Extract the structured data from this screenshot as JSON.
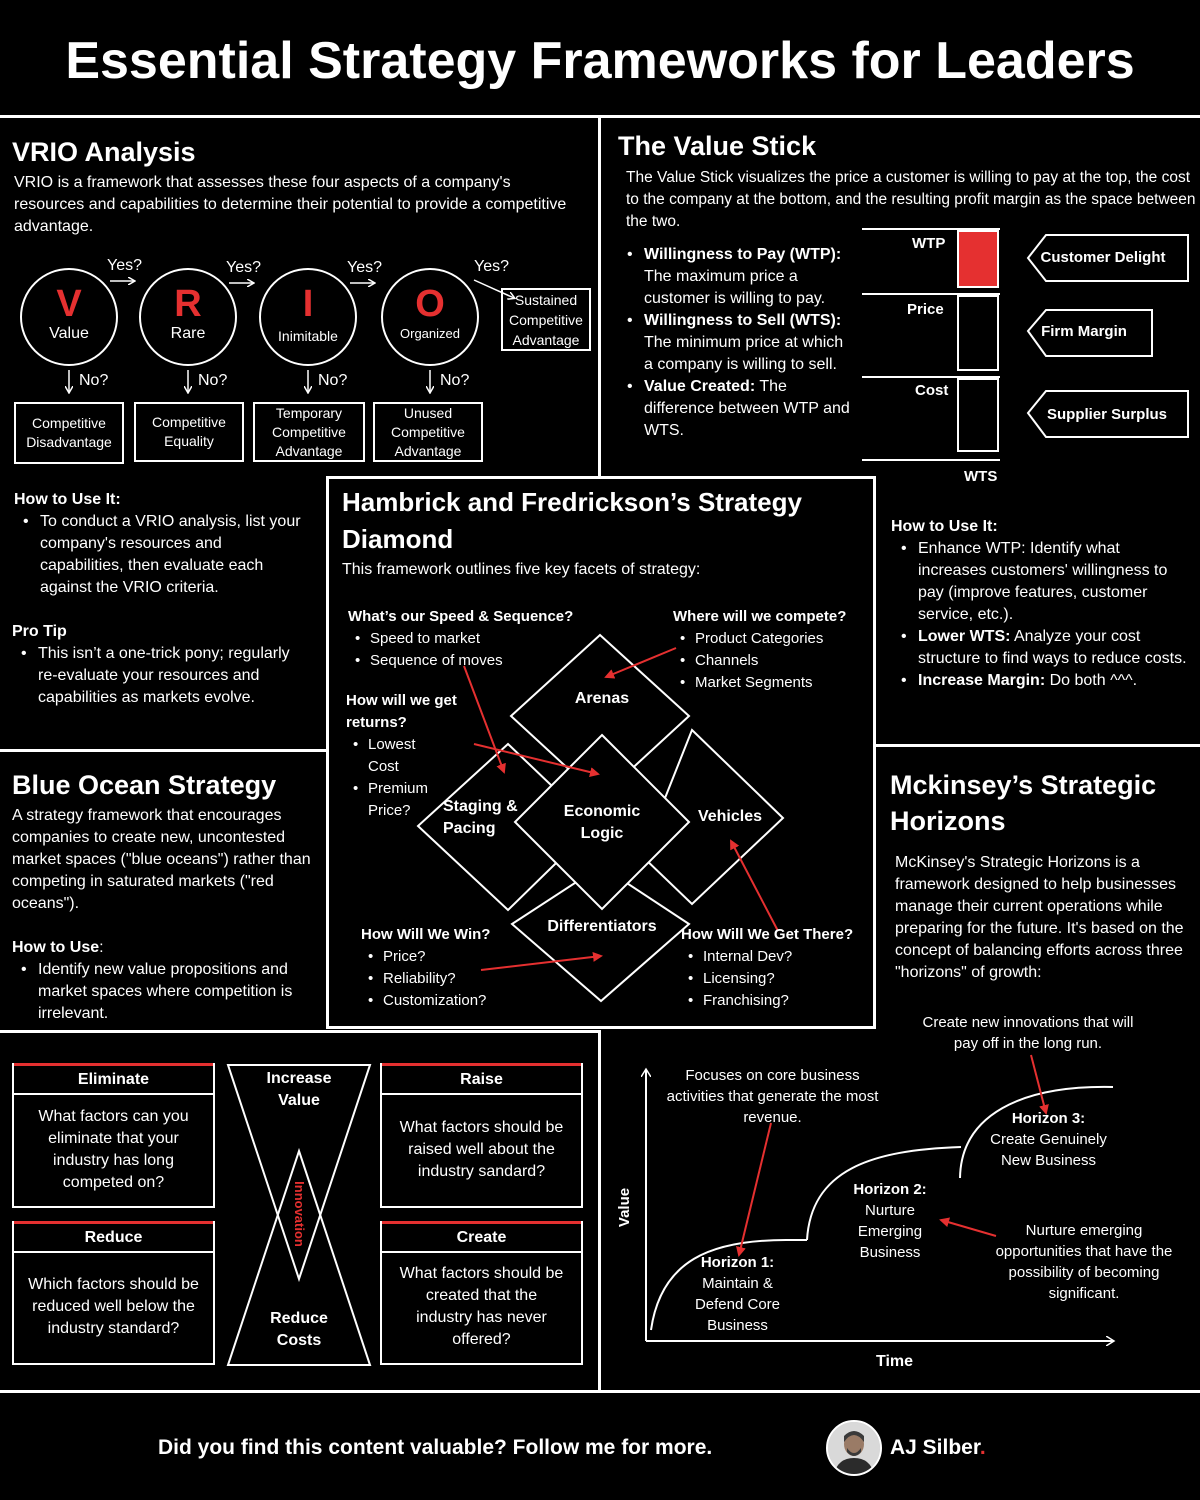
{
  "title": "Essential Strategy Frameworks for Leaders",
  "colors": {
    "accent": "#e53030",
    "background": "#000000",
    "foreground": "#ffffff"
  },
  "vrio": {
    "title": "VRIO Analysis",
    "description": "VRIO is a framework that assesses these four aspects of a company's resources and capabilities to determine their potential to provide a competitive advantage.",
    "yes": "Yes?",
    "no": "No?",
    "steps": [
      {
        "letter": "V",
        "name": "Value",
        "fail": "Competitive Disadvantage"
      },
      {
        "letter": "R",
        "name": "Rare",
        "fail": "Competitive Equality"
      },
      {
        "letter": "I",
        "name": "Inimitable",
        "fail": "Temporary Competitive Advantage"
      },
      {
        "letter": "O",
        "name": "Organized",
        "fail": "Unused Competitive Advantage"
      }
    ],
    "success": "Sustained Competitive Advantage",
    "how_title": "How to Use It:",
    "how_items": [
      "To conduct a VRIO analysis, list your company's resources and capabilities, then evaluate each against the VRIO criteria."
    ],
    "tip_title": "Pro Tip",
    "tip_items": [
      "This isn’t a one-trick pony; regularly re-evaluate your resources and capabilities as markets evolve."
    ]
  },
  "value_stick": {
    "title": "The Value Stick",
    "description": "The Value Stick visualizes the price a customer is willing to pay at the top, the cost to the company at the bottom, and the resulting profit margin as the space between the two.",
    "bullets": [
      {
        "term": "Willingness to Pay (WTP):",
        "text": "The maximum price a customer is willing to pay."
      },
      {
        "term": "Willingness to Sell (WTS):",
        "text": "The minimum price at which a company is willing to sell."
      },
      {
        "term": "Value Created:",
        "text": "The difference between WTP and WTS."
      }
    ],
    "levels": [
      "WTP",
      "Price",
      "Cost",
      "WTS"
    ],
    "segments": [
      "Customer Delight",
      "Firm Margin",
      "Supplier Surplus"
    ],
    "how_title": "How to Use It:",
    "how_items": [
      {
        "term": "",
        "text": "Enhance WTP: Identify what increases customers' willingness to pay (improve features, customer service, etc.)."
      },
      {
        "term": "Lower WTS:",
        "text": "Analyze your cost structure to find ways to reduce costs."
      },
      {
        "term": "Increase Margin:",
        "text": "Do both ^^^."
      }
    ]
  },
  "diamond": {
    "title": "Hambrick and Fredrickson’s Strategy Diamond",
    "description": "This framework outlines five key facets of strategy:",
    "facets": [
      "Arenas",
      "Staging & Pacing",
      "Economic Logic",
      "Vehicles",
      "Differentiators"
    ],
    "questions": [
      {
        "q": "What’s our Speed & Sequence?",
        "items": [
          "Speed to market",
          "Sequence of moves"
        ]
      },
      {
        "q": "Where will we compete?",
        "items": [
          "Product Categories",
          "Channels",
          "Market Segments"
        ]
      },
      {
        "q": "How will we get returns?",
        "items": [
          "Lowest Cost",
          "Premium Price?"
        ]
      },
      {
        "q": "How Will We Win?",
        "items": [
          "Price?",
          "Reliability?",
          "Customization?"
        ]
      },
      {
        "q": "How Will We Get There?",
        "items": [
          "Internal Dev?",
          "Licensing?",
          "Franchising?"
        ]
      }
    ]
  },
  "blue_ocean": {
    "title": "Blue Ocean Strategy",
    "description": "A strategy framework that encourages companies to create new, uncontested market spaces (\"blue oceans\") rather than competing in saturated markets (\"red oceans\").",
    "how_title": "How to Use",
    "how_colon": ":",
    "how_items": [
      "Identify new value propositions and market spaces where competition is irrelevant."
    ],
    "grid": [
      {
        "label": "Eliminate",
        "text": "What factors can you eliminate that your industry has long competed on?"
      },
      {
        "label": "Raise",
        "text": "What factors should be raised well about the industry sandard?"
      },
      {
        "label": "Reduce",
        "text": "Which factors should be reduced well below the industry standard?"
      },
      {
        "label": "Create",
        "text": "What factors should be created that the industry has never offered?"
      }
    ],
    "top": "Increase Value",
    "bottom": "Reduce Costs",
    "center": "Innovation"
  },
  "horizons": {
    "title": "Mckinsey’s Strategic Horizons",
    "description": "McKinsey's Strategic Horizons is a framework designed to help businesses manage their current operations while preparing for the future. It's based on the concept of balancing efforts across three \"horizons\" of growth:",
    "y_label": "Value",
    "x_label": "Time",
    "horizons": [
      {
        "name": "Horizon 1:",
        "desc": "Maintain & Defend Core Business"
      },
      {
        "name": "Horizon 2:",
        "desc": "Nurture Emerging Business"
      },
      {
        "name": "Horizon 3:",
        "desc": "Create Genuinely New Business"
      }
    ],
    "notes": [
      "Focuses on core business activities that generate the most revenue.",
      "Nurture emerging opportunities that have the possibility of becoming significant.",
      "Create new innovations that will pay off in the long run."
    ]
  },
  "footer": {
    "text": "Did you find this content valuable? Follow me for more.",
    "author": "AJ Silber",
    "dot": "."
  }
}
